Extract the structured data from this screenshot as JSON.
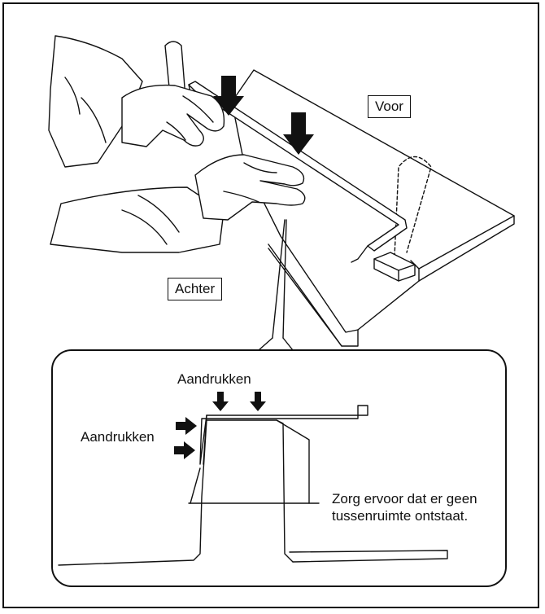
{
  "labels": {
    "front": "Voor",
    "back": "Achter",
    "press_top": "Aandrukken",
    "press_side": "Aandrukken",
    "note": "Zorg ervoor dat er geen tussenruimte ontstaat."
  },
  "colors": {
    "line": "#111111",
    "background": "#ffffff"
  },
  "icons": [
    "down-arrow-icon",
    "right-arrow-icon"
  ]
}
